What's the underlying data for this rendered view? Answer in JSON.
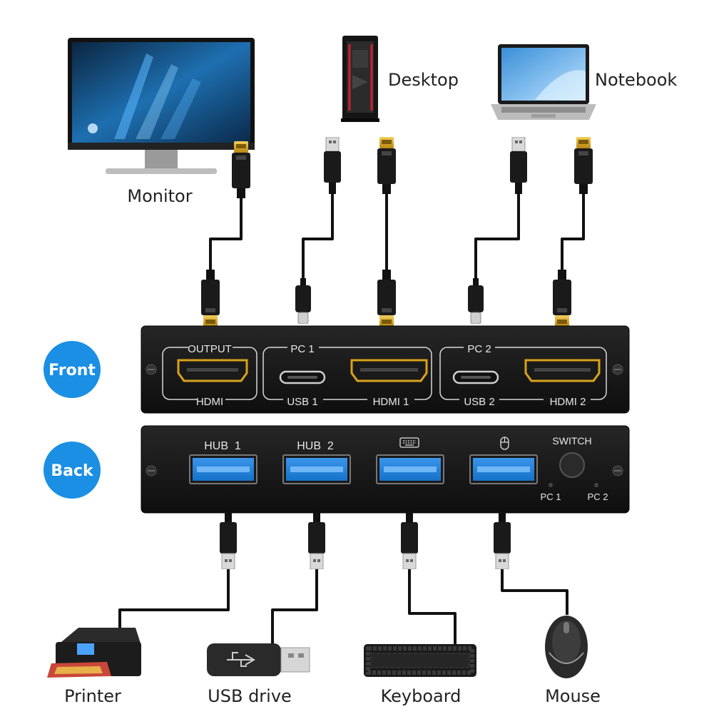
{
  "devices": {
    "monitor": "Monitor",
    "desktop": "Desktop",
    "notebook": "Notebook",
    "printer": "Printer",
    "usb_drive": "USB drive",
    "keyboard": "Keyboard",
    "mouse": "Mouse"
  },
  "badges": {
    "front": "Front",
    "back": "Back"
  },
  "front_panel": {
    "output_label": "OUTPUT",
    "output_port": "HDMI",
    "pc1_label": "PC 1",
    "pc1_usb": "USB 1",
    "pc1_hdmi": "HDMI 1",
    "pc2_label": "PC 2",
    "pc2_usb": "USB 2",
    "pc2_hdmi": "HDMI 2"
  },
  "back_panel": {
    "hub1": "HUB  1",
    "hub2": "HUB  2",
    "keyboard_icon": "keyboard-icon",
    "mouse_icon": "mouse-icon",
    "switch_label": "SWITCH",
    "led_pc1": "PC 1",
    "led_pc2": "PC 2"
  },
  "colors": {
    "badge_blue": "#1a8fe3",
    "panel_black": "#151515",
    "usb3_blue": "#2e7fd1",
    "hdmi_gold": "#d9a21b"
  }
}
